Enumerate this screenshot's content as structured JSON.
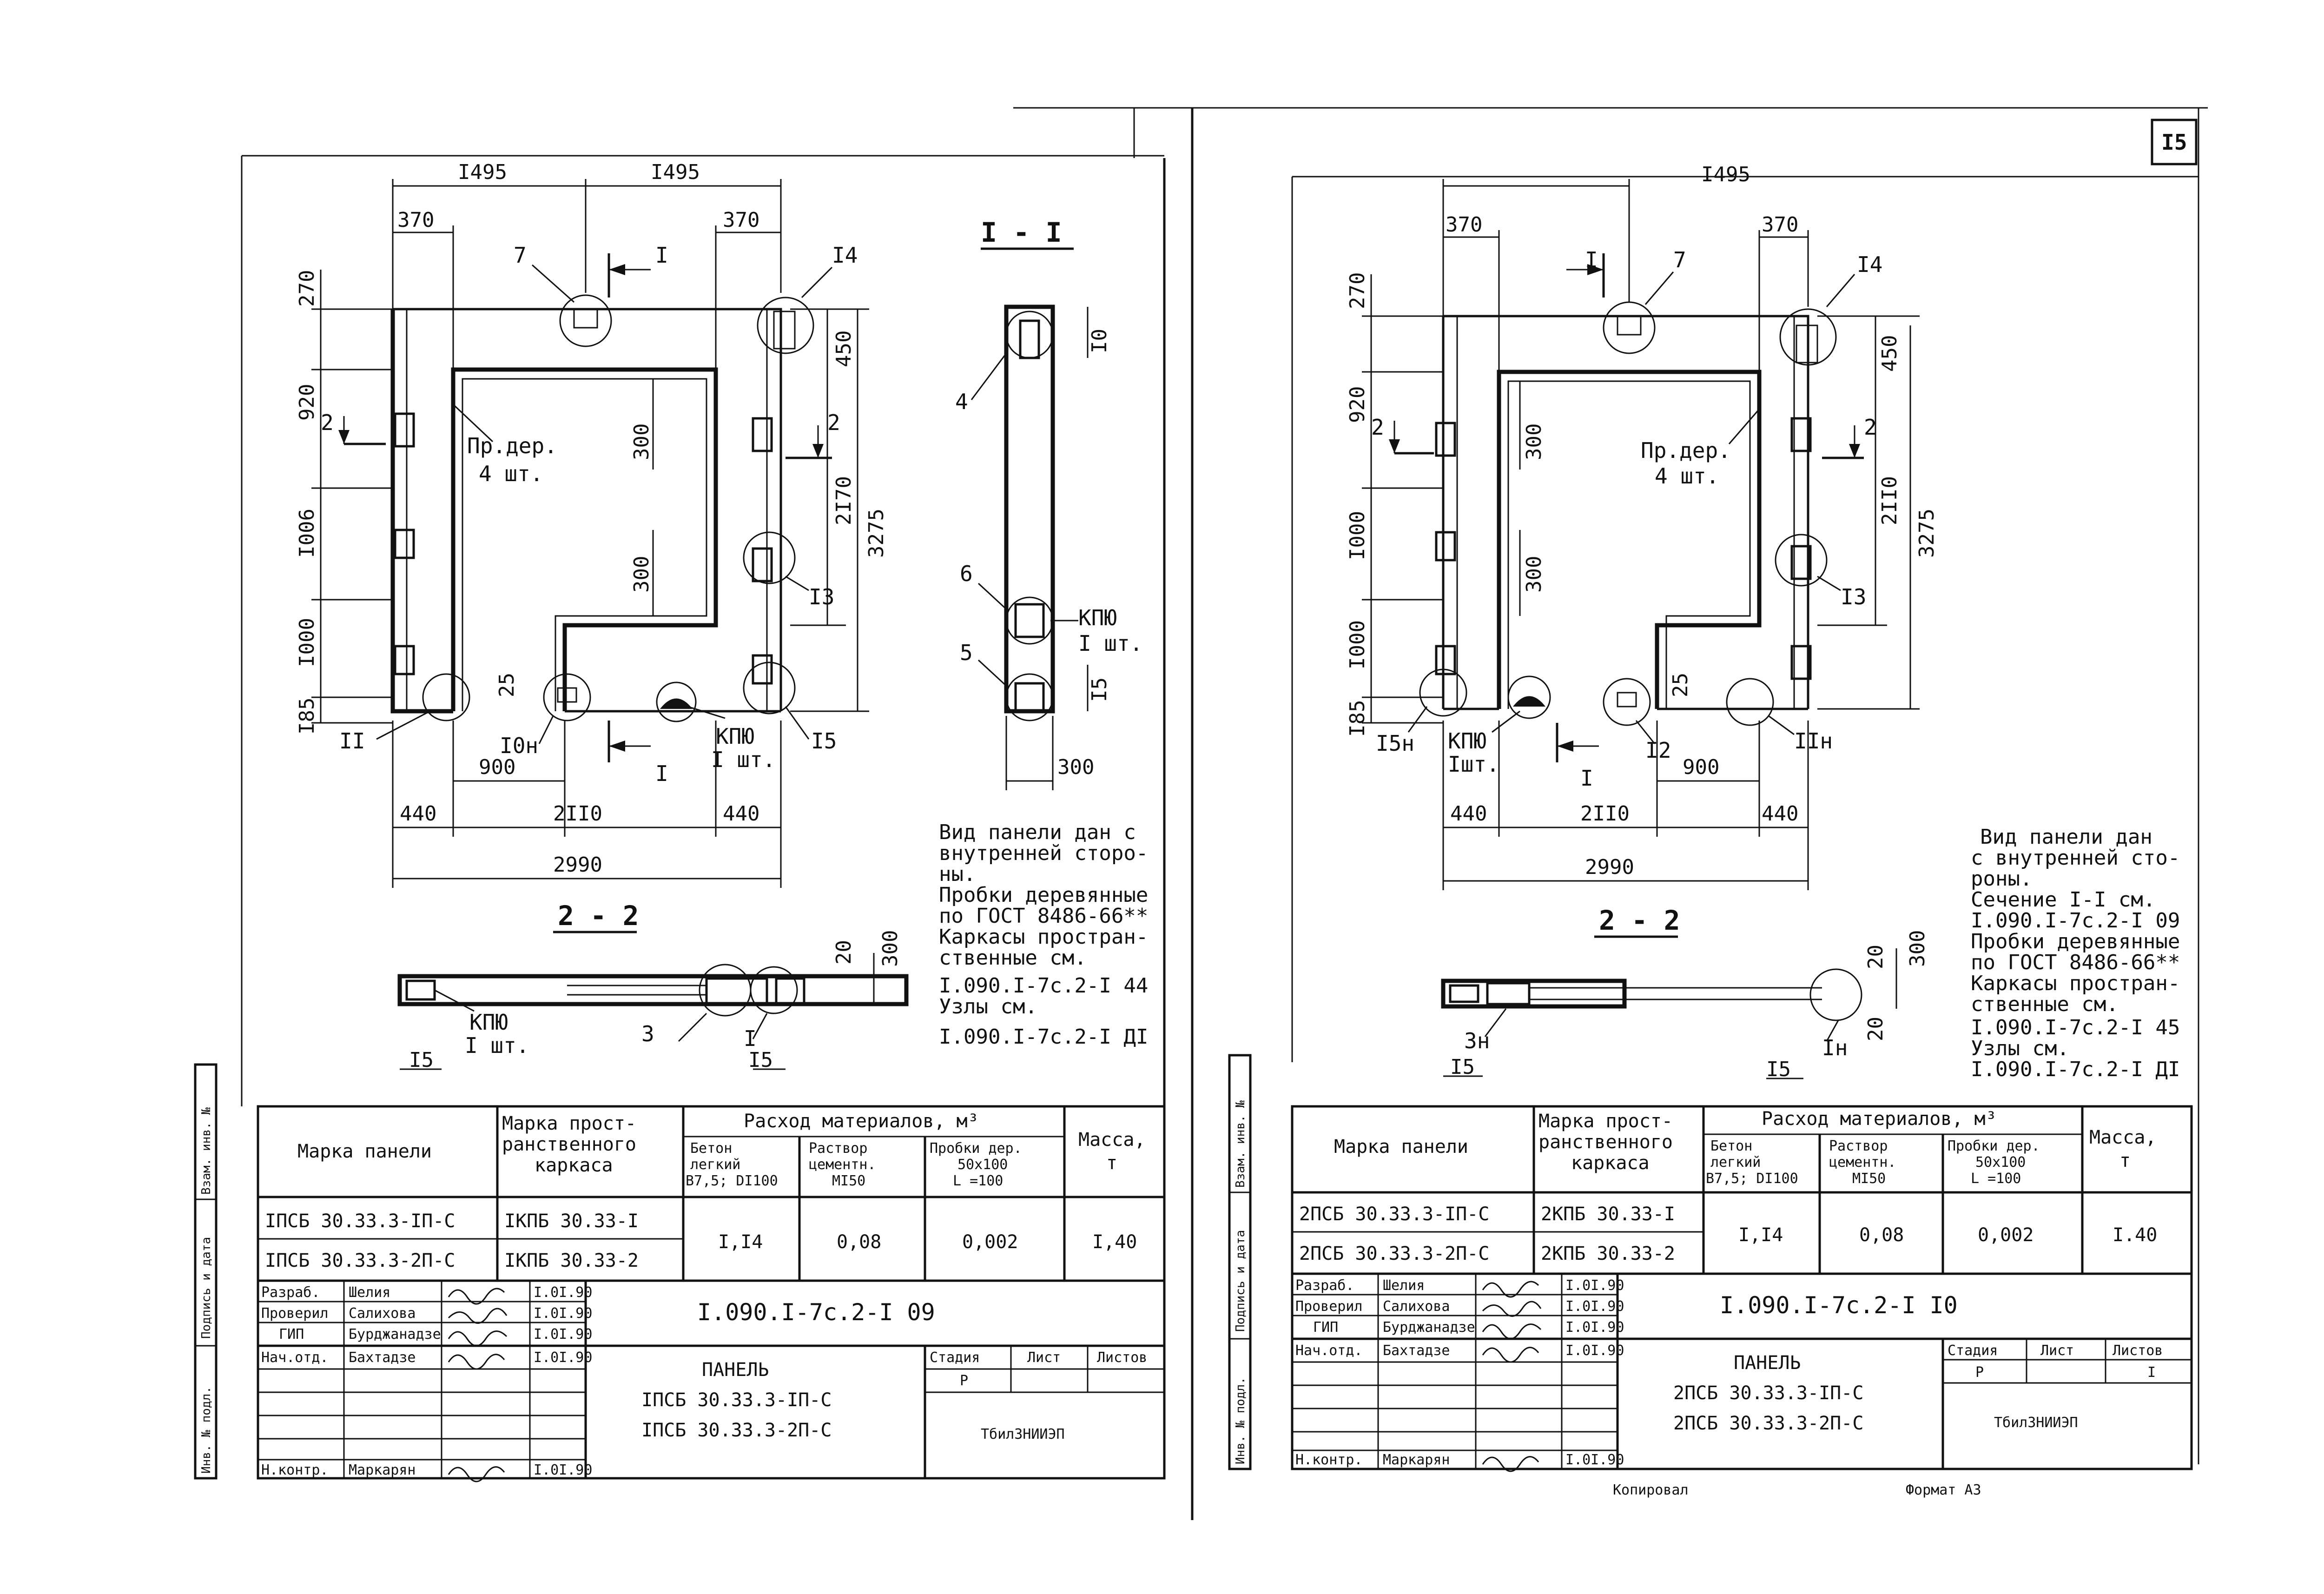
{
  "sheet_number": "I5",
  "footer": {
    "copied": "Копировал",
    "format": "Формат А3"
  },
  "left": {
    "dims": {
      "top1": "I495",
      "top2": "I495",
      "tl": "370",
      "tr": "370",
      "h270": "270",
      "h920": "920",
      "h1006": "I006",
      "h1000": "I000",
      "h185": "I85",
      "r450": "450",
      "r2170": "2I70",
      "r3275": "3275",
      "i300a": "300",
      "i300b": "300",
      "i25": "25",
      "b900": "900",
      "b440a": "440",
      "b2110": "2II0",
      "b440b": "440",
      "b2990": "2990"
    },
    "labels": {
      "n7": "7",
      "n14": "I4",
      "n13": "I3",
      "n15": "I5",
      "n11": "II",
      "n10": "I0н",
      "cut1": "I",
      "cut1b": "I",
      "cut2": "2",
      "cut2b": "2",
      "kpyu": "КПЮ",
      "kpyu_qty": "I шт.",
      "prober_name": "Пр.дер.",
      "prober_qty": "4 шт."
    },
    "section11": {
      "title": "I - I",
      "d10": "I0",
      "d15": "I5",
      "d300": "300",
      "n4": "4",
      "n6": "6",
      "n5": "5",
      "kpyu": "КПЮ",
      "kpyu_qty": "I шт."
    },
    "section22": {
      "title": "2 - 2",
      "d20": "20",
      "d300": "300",
      "d15a": "I5",
      "d15b": "I5",
      "n3": "3",
      "n1": "I",
      "kpyu": "КПЮ",
      "kpyu_qty": "I шт."
    },
    "notes": [
      "Вид панели дан с",
      "внутренней сторо-",
      "ны.",
      "Пробки деревянные",
      "по ГОСТ 8486-66**",
      "Каркасы простран-",
      "ственные см.",
      "I.090.I-7с.2-I 44",
      "Узлы см.",
      "I.090.I-7с.2-I ДI"
    ],
    "table": {
      "h_mark": "Марка панели",
      "h_frame": [
        "Марка прост-",
        "ранственного",
        "каркаса"
      ],
      "h_mat": "Расход материалов, м³",
      "h_beton": [
        "Бетон",
        "легкий",
        "В7,5; DI100"
      ],
      "h_rastvor": [
        "Раствор",
        "цементн.",
        "МI50"
      ],
      "h_probki": [
        "Пробки дер.",
        "50х100",
        "L =100"
      ],
      "h_mass": [
        "Масса,",
        "т"
      ],
      "rows": [
        {
          "mark": "IПСБ 30.33.3-IП-С",
          "frame": "IКПБ 30.33-I"
        },
        {
          "mark": "IПСБ 30.33.3-2П-С",
          "frame": "IКПБ 30.33-2"
        }
      ],
      "beton": "I,I4",
      "rastvor": "0,08",
      "probki": "0,002",
      "mass": "I,40"
    },
    "title_block": {
      "code": "I.090.I-7с.2-I 09",
      "roles": [
        "Разраб.",
        "Проверил",
        "ГИП",
        "Нач.отд.",
        "",
        "",
        "Н.контр."
      ],
      "names": [
        "Шелия",
        "Салихова",
        "Бурджанадзе",
        "Бахтадзе",
        "",
        "",
        "Маркарян"
      ],
      "dates": [
        "I.0I.90",
        "I.0I.90",
        "I.0I.90",
        "I.0I.90",
        "",
        "",
        "I.0I.90"
      ],
      "title": [
        "ПАНЕЛЬ",
        "IПСБ 30.33.3-IП-С",
        "IПСБ 30.33.3-2П-С"
      ],
      "stage_h": "Стадия",
      "sheet_h": "Лист",
      "sheets_h": "Листов",
      "stage": "Р",
      "org": "ТбилЗНИИЭП"
    },
    "side_stamp": [
      "Инв. № подл.",
      "Подпись и дата",
      "Взам. инв. №"
    ]
  },
  "right": {
    "dims": {
      "top1": "I495",
      "tl": "370",
      "tr": "370",
      "h270": "270",
      "h920": "920",
      "h1000a": "I000",
      "h1000b": "I000",
      "h185": "I85",
      "r450": "450",
      "r2110": "2II0",
      "r3275": "3275",
      "i300a": "300",
      "i300b": "300",
      "i25": "25",
      "b900": "900",
      "b440a": "440",
      "b2110": "2II0",
      "b440b": "440",
      "b2990": "2990"
    },
    "labels": {
      "n7": "7",
      "n14": "I4",
      "n13": "I3",
      "n12": "I2",
      "n11": "IIн",
      "n15": "I5н",
      "cut1": "I",
      "cut1b": "I",
      "cut2": "2",
      "cut2b": "2",
      "kpyu": "КПЮ",
      "kpyu_qty": "Iшт.",
      "prober_name": "Пр.дер.",
      "prober_qty": "4 шт."
    },
    "section22": {
      "title": "2 - 2",
      "d20a": "20",
      "d300": "300",
      "d20b": "20",
      "d15a": "I5",
      "d15b": "I5",
      "n3": "3н",
      "n1": "Iн"
    },
    "notes": [
      "Вид панели дан",
      "с внутренней сто-",
      "роны.",
      "Сечение I-I см.",
      "I.090.I-7с.2-I 09",
      "Пробки деревянные",
      "по ГОСТ 8486-66**",
      "Каркасы простран-",
      "ственные см.",
      "I.090.I-7с.2-I 45",
      "Узлы см.",
      "I.090.I-7с.2-I ДI"
    ],
    "table": {
      "h_mark": "Марка панели",
      "h_frame": [
        "Марка прост-",
        "ранственного",
        "каркаса"
      ],
      "h_mat": "Расход материалов, м³",
      "h_beton": [
        "Бетон",
        "легкий",
        "В7,5; DI100"
      ],
      "h_rastvor": [
        "Раствор",
        "цементн.",
        "МI50"
      ],
      "h_probki": [
        "Пробки дер.",
        "50х100",
        "L =100"
      ],
      "h_mass": [
        "Масса,",
        "т"
      ],
      "rows": [
        {
          "mark": "2ПСБ 30.33.3-IП-С",
          "frame": "2КПБ 30.33-I"
        },
        {
          "mark": "2ПСБ 30.33.3-2П-С",
          "frame": "2КПБ 30.33-2"
        }
      ],
      "beton": "I,I4",
      "rastvor": "0,08",
      "probki": "0,002",
      "mass": "I.40"
    },
    "title_block": {
      "code": "I.090.I-7с.2-I I0",
      "roles": [
        "Разраб.",
        "Проверил",
        "ГИП",
        "Нач.отд.",
        "",
        "",
        "Н.контр."
      ],
      "names": [
        "Шелия",
        "Салихова",
        "Бурджанадзе",
        "Бахтадзе",
        "",
        "",
        "Маркарян"
      ],
      "dates": [
        "I.0I.90",
        "I.0I.90",
        "I.0I.90",
        "I.0I.90",
        "",
        "",
        "I.0I.90"
      ],
      "title": [
        "ПАНЕЛЬ",
        "2ПСБ 30.33.3-IП-С",
        "2ПСБ 30.33.3-2П-С"
      ],
      "stage_h": "Стадия",
      "sheet_h": "Лист",
      "sheets_h": "Листов",
      "stage": "Р",
      "sheets": "I",
      "org": "ТбилЗНИИЭП"
    },
    "side_stamp": [
      "Инв. № подл.",
      "Подпись и дата",
      "Взам. инв. №"
    ]
  }
}
